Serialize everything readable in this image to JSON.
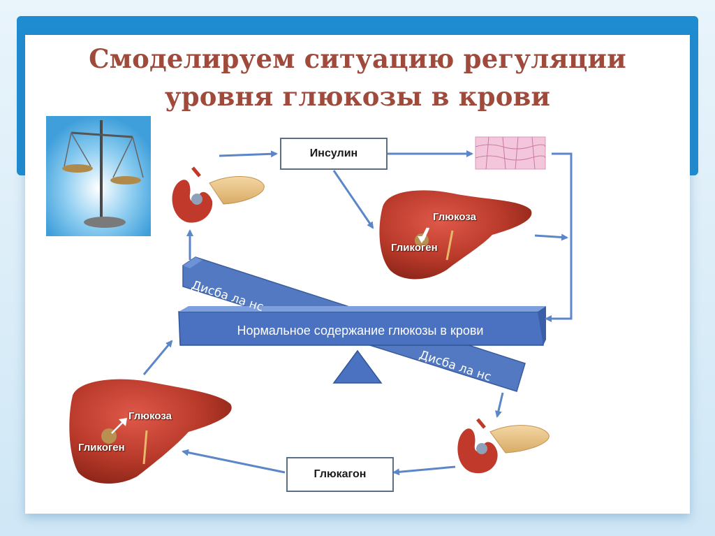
{
  "slide": {
    "title_line1": "Смоделируем ситуацию регуляции",
    "title_line2": "уровня глюкозы в крови"
  },
  "hormones": {
    "insulin": "Инсулин",
    "glucagon": "Глюкагон"
  },
  "balance": {
    "normal": "Нормальное содержание глюкозы в крови",
    "imbalance_top": "Дисба ла нс",
    "imbalance_bottom": "Дисба ла нс"
  },
  "liver_top": {
    "glucose": "Глюкоза",
    "glycogen": "Гликоген"
  },
  "liver_bottom": {
    "glucose": "Глюкоза",
    "glycogen": "Гликоген"
  },
  "icons": [
    "scales-icon",
    "pancreas-icon",
    "liver-icon",
    "cells-icon",
    "fulcrum-icon"
  ],
  "colors": {
    "frame": "#1f8bd0",
    "title": "#a04a3c",
    "beam": "#4a72c0",
    "arrow": "#5b86c8",
    "organ": "#c0392b"
  }
}
